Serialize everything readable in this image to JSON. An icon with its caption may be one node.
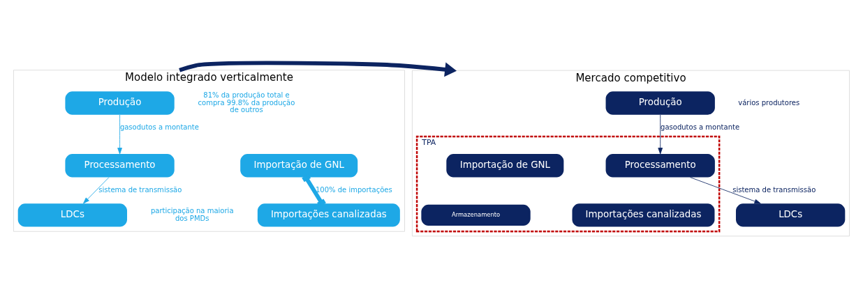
{
  "diagram": {
    "nodes": [
      {
        "text": [
          "Modelo integrado verticalmente"
        ]
      },
      {
        "text": [
          "Produção"
        ],
        "in": 0,
        "beside": [
          "81% da produção total e compra 99.8% da produção de outros"
        ]
      },
      {
        "text": [
          "Processamento"
        ],
        "in": 0
      },
      {
        "text": [
          "Importação de GNL"
        ],
        "in": 0
      },
      {
        "text": [
          "Importações canalizadas"
        ],
        "in": 0
      },
      {
        "text": [
          "LDCs"
        ],
        "in": 0,
        "beside": [
          "participação na maioria dos PMDs"
        ]
      },
      {
        "text": [
          "Mercado competitivo"
        ]
      },
      {
        "text": [
          "Produção"
        ],
        "in": 6,
        "beside": [
          "vários produtores"
        ]
      },
      {
        "text": [
          "TPA"
        ],
        "in": 6
      },
      {
        "text": [
          "Processamento"
        ],
        "in": 8
      },
      {
        "text": [
          "Importação de GNL"
        ],
        "in": 8
      },
      {
        "text": [
          "Armazenamento"
        ],
        "in": 8
      },
      {
        "text": [
          "Importações canalizadas"
        ],
        "in": 8
      },
      {
        "text": [
          "LDCs"
        ],
        "in": 6
      }
    ],
    "edges": [
      {
        "from": 1,
        "to": 2,
        "arrow": "to",
        "label": "gasodutos a montante",
        "color": "#1ea8e6"
      },
      {
        "from": 2,
        "to": 5,
        "arrow": "to",
        "label": "sistema de transmissão",
        "color": "#1ea8e6"
      },
      {
        "from": 3,
        "to": 4,
        "arrow": "other",
        "label": "100% de importações",
        "style": "thick",
        "color": "#1ea8e6"
      },
      {
        "from": 0,
        "to": 6,
        "arrow": "to",
        "style": "thick",
        "color": "#0c2461"
      },
      {
        "from": 7,
        "to": 9,
        "arrow": "to",
        "label": "gasodutos a montante",
        "color": "#0c2461"
      },
      {
        "from": 9,
        "to": 13,
        "arrow": "to",
        "label": "sistema de transmissão",
        "color": "#0c2461"
      }
    ]
  }
}
